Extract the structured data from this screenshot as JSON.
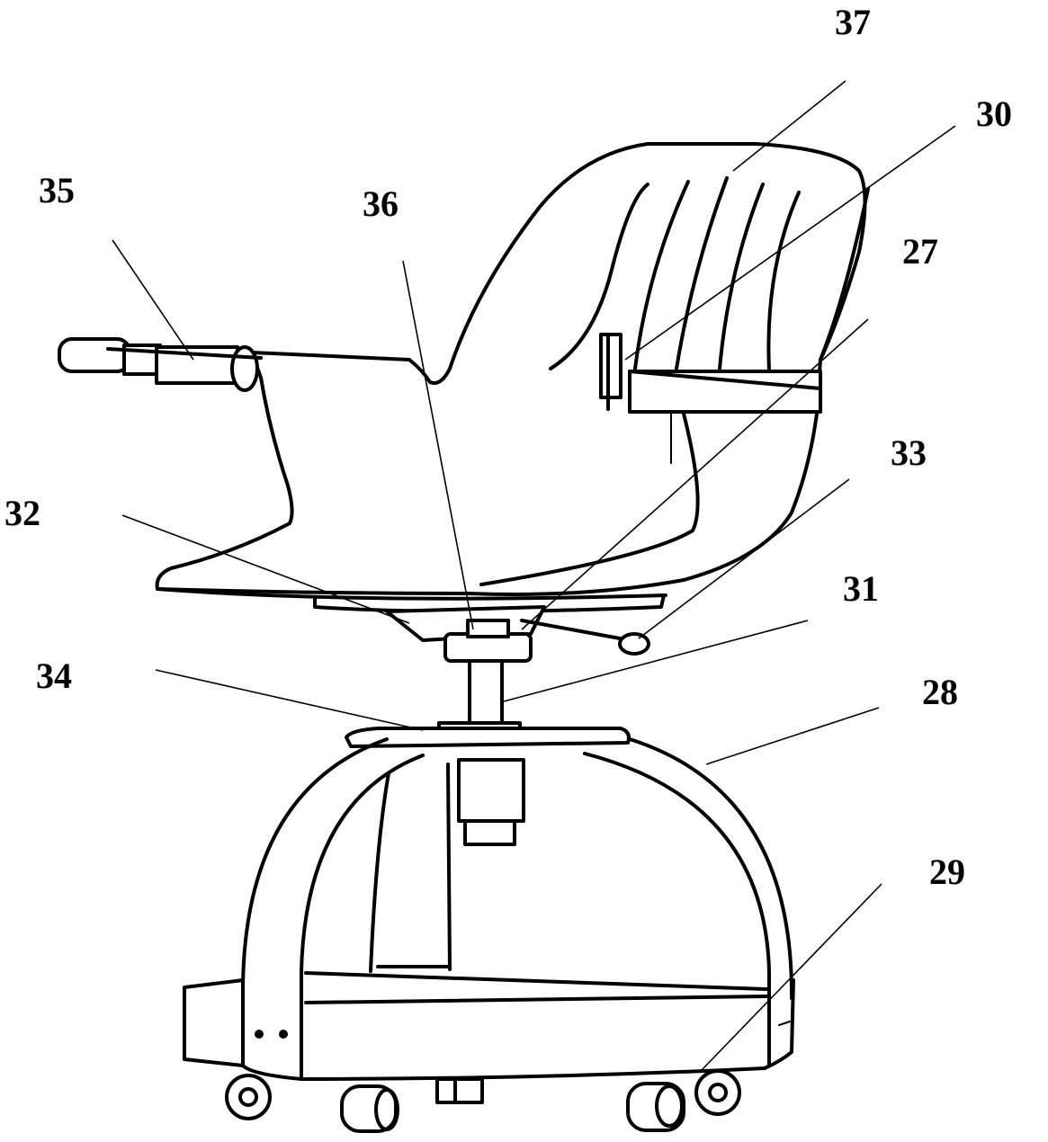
{
  "figure": {
    "labels": [
      {
        "id": "label-37",
        "text": "37"
      },
      {
        "id": "label-30",
        "text": "30"
      },
      {
        "id": "label-35",
        "text": "35"
      },
      {
        "id": "label-36",
        "text": "36"
      },
      {
        "id": "label-27",
        "text": "27"
      },
      {
        "id": "label-33",
        "text": "33"
      },
      {
        "id": "label-32",
        "text": "32"
      },
      {
        "id": "label-31",
        "text": "31"
      },
      {
        "id": "label-34",
        "text": "34"
      },
      {
        "id": "label-28",
        "text": "28"
      },
      {
        "id": "label-29",
        "text": "29"
      }
    ]
  }
}
